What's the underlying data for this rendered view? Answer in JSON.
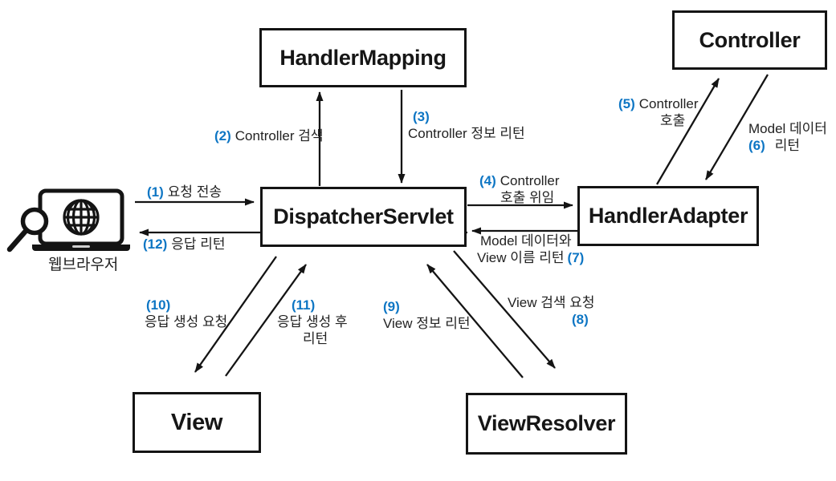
{
  "boxes": {
    "handler_mapping": "HandlerMapping",
    "controller": "Controller",
    "dispatcher_servlet": "DispatcherServlet",
    "handler_adapter": "HandlerAdapter",
    "view": "View",
    "view_resolver": "ViewResolver"
  },
  "browser": {
    "label": "웹브라우저",
    "icon": "laptop-globe-magnifier-icon"
  },
  "colors": {
    "step_number_blue": "#0e76c4",
    "line_black": "#141414"
  },
  "steps": {
    "s1": {
      "num": "(1)",
      "text": "요청 전송"
    },
    "s2": {
      "num": "(2)",
      "text": "Controller 검색"
    },
    "s3": {
      "num": "(3)",
      "text": "Controller 정보 리턴"
    },
    "s4": {
      "num": "(4)",
      "text": "Controller",
      "text2": "호출 위임"
    },
    "s5": {
      "num": "(5)",
      "text": "Controller",
      "text2": "호출"
    },
    "s6": {
      "text": "Model 데이터",
      "num": "(6)",
      "text2": "리턴"
    },
    "s7": {
      "text": "Model 데이터와",
      "text2": "View 이름 리턴",
      "num": "(7)"
    },
    "s8": {
      "text": "View 검색 요청",
      "num": "(8)"
    },
    "s9": {
      "num": "(9)",
      "text": "View 정보 리턴"
    },
    "s10": {
      "num": "(10)",
      "text": "응답 생성 요청"
    },
    "s11": {
      "num": "(11)",
      "text": "응답 생성 후",
      "text2": "리턴"
    },
    "s12": {
      "num": "(12)",
      "text": "응답 리턴"
    }
  }
}
